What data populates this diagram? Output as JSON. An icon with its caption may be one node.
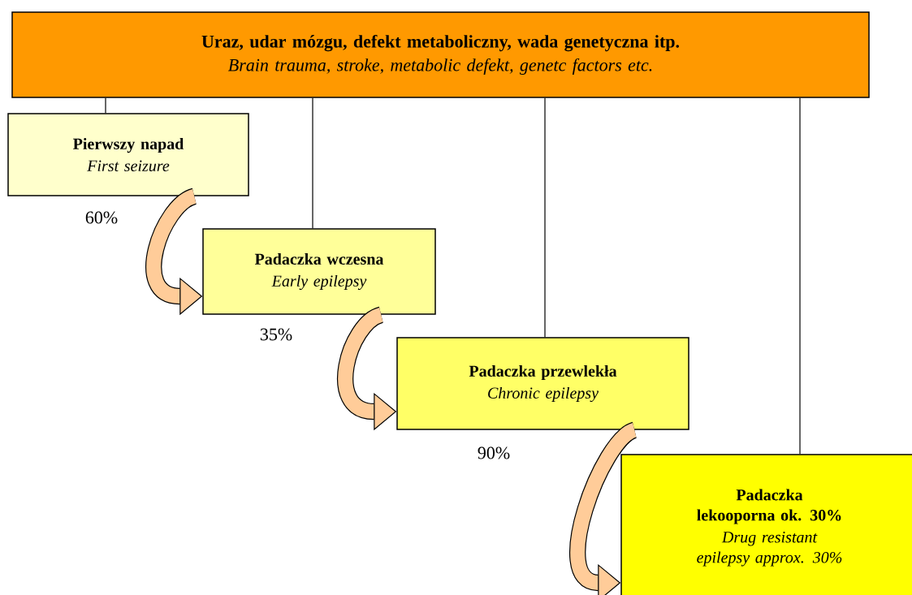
{
  "diagram": {
    "nodes": [
      {
        "text": [
          "Uraz, udar mózgu, defekt metaboliczny, wada genetyczna itp.",
          "Brain trauma, stroke, metabolic defekt, genetc factors etc."
        ]
      },
      {
        "text": [
          "Pierwszy napad",
          "First seizure"
        ]
      },
      {
        "text": [
          "Padaczka wczesna",
          "Early epilepsy"
        ]
      },
      {
        "text": [
          "Padaczka przewlekła",
          "Chronic epilepsy"
        ]
      },
      {
        "text": [
          "Padaczka lekooporna ok. 30%",
          "Drug resistant epilepsy approx. 30%"
        ]
      }
    ],
    "edges": [
      {
        "from": 0,
        "to": 1,
        "arrow": "none"
      },
      {
        "from": 0,
        "to": 2,
        "arrow": "none"
      },
      {
        "from": 0,
        "to": 3,
        "arrow": "none"
      },
      {
        "from": 0,
        "to": 4,
        "arrow": "none"
      },
      {
        "from": 1,
        "to": 2,
        "arrow": "to",
        "label": "60%",
        "style": "thick"
      },
      {
        "from": 2,
        "to": 3,
        "arrow": "to",
        "label": "35%",
        "style": "thick"
      },
      {
        "from": 3,
        "to": 4,
        "arrow": "to",
        "label": "90%",
        "style": "thick"
      }
    ]
  }
}
